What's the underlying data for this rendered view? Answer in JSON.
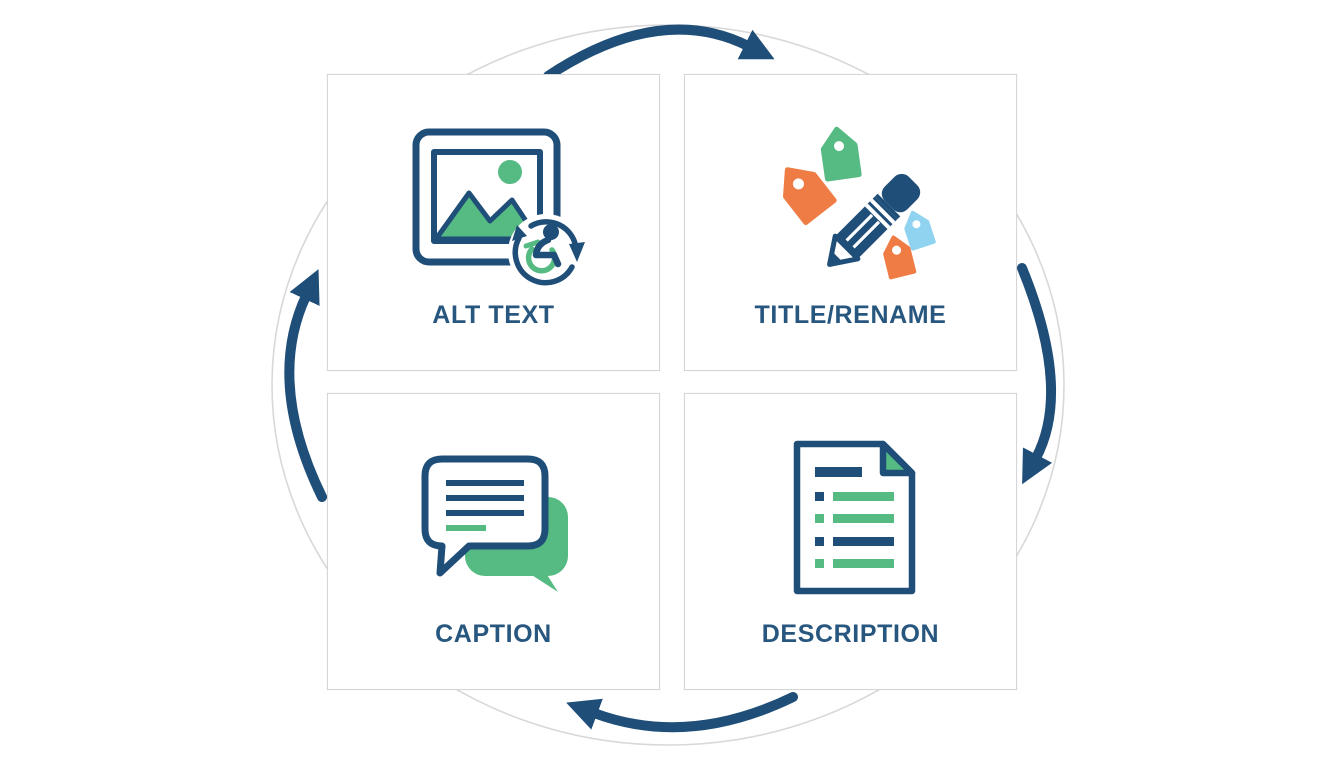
{
  "diagram": {
    "type": "cycle",
    "direction": "clockwise",
    "cards": [
      {
        "label": "ALT TEXT",
        "icon": "image-accessibility-icon",
        "position": "top-left"
      },
      {
        "label": "TITLE/RENAME",
        "icon": "pencil-tags-icon",
        "position": "top-right"
      },
      {
        "label": "CAPTION",
        "icon": "speech-bubbles-icon",
        "position": "bottom-left"
      },
      {
        "label": "DESCRIPTION",
        "icon": "document-list-icon",
        "position": "bottom-right"
      }
    ],
    "colors": {
      "navy": "#1F4E79",
      "green": "#56BB83",
      "orange": "#F07C45",
      "light_blue": "#90D3F0",
      "label_text": "#27567E",
      "card_border": "#D6D6D6",
      "circle_gray": "#D8D8D8",
      "background": "#FFFFFF"
    }
  }
}
